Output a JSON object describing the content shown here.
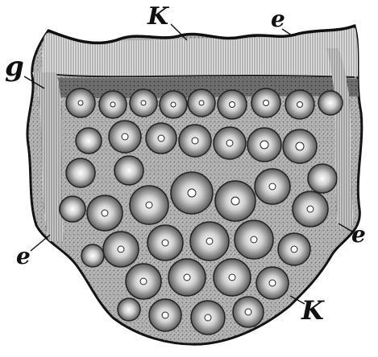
{
  "figure": {
    "labels": {
      "k_top": "K",
      "e_top": "e",
      "g_left": "g",
      "e_left": "e",
      "e_right": "e",
      "k_bottom": "K"
    }
  },
  "colors": {
    "ink": "#111111",
    "paper": "#ffffff",
    "tissue": "#9a9a9a"
  }
}
